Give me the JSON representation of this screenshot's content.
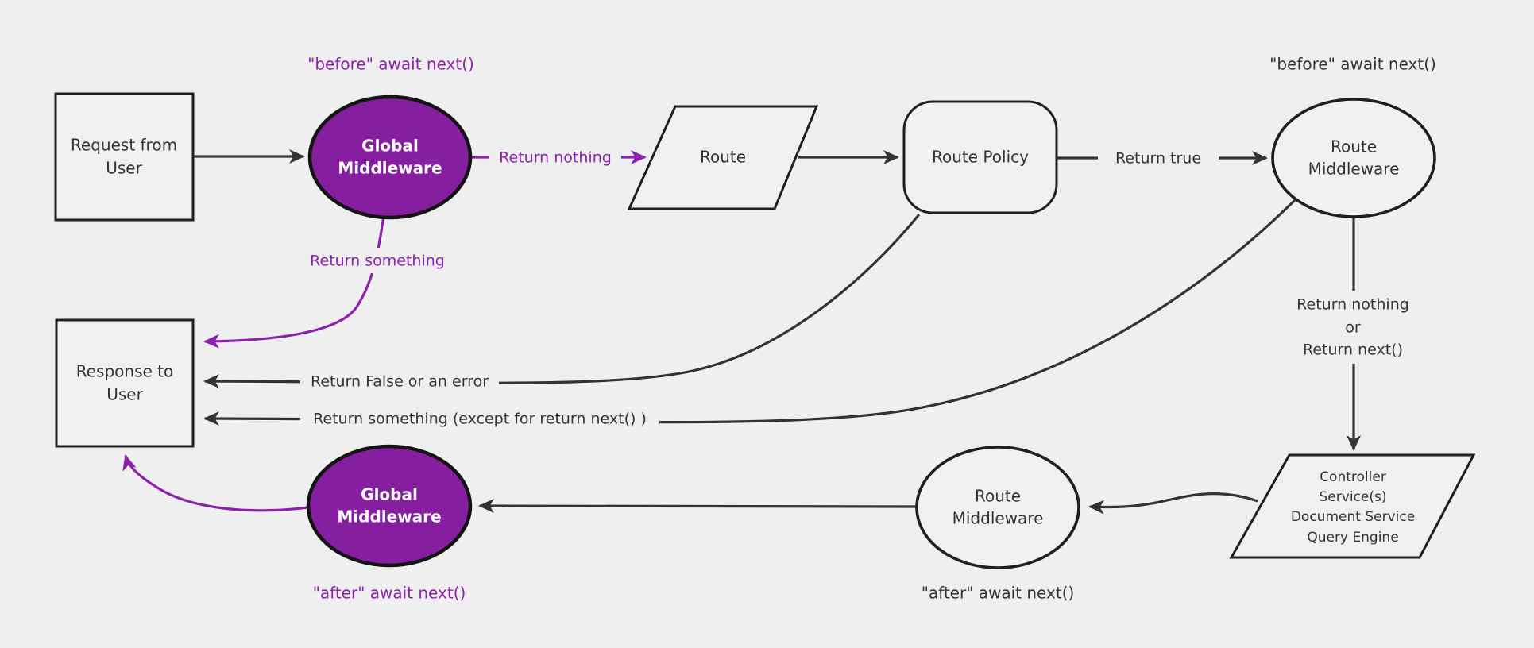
{
  "colors": {
    "background": "#efefef",
    "node_fill": "#f0f0f0",
    "node_stroke": "#1f1f1f",
    "line_black": "#333333",
    "purple_fill": "#861f9f",
    "purple_accent": "#8c21ad",
    "text_dark": "#333333",
    "text_on_purple": "#ffffff"
  },
  "nodes": {
    "request_from_user": {
      "shape": "rectangle",
      "lines": [
        "Request from",
        "User"
      ]
    },
    "global_middleware_top": {
      "shape": "ellipse",
      "lines": [
        "Global",
        "Middleware"
      ]
    },
    "route": {
      "shape": "parallelogram",
      "lines": [
        "Route"
      ]
    },
    "route_policy": {
      "shape": "rounded-rectangle",
      "lines": [
        "Route Policy"
      ]
    },
    "route_middleware_top": {
      "shape": "ellipse",
      "lines": [
        "Route",
        "Middleware"
      ]
    },
    "controller_services": {
      "shape": "parallelogram",
      "lines": [
        "Controller",
        "Service(s)",
        "Document Service",
        "Query Engine"
      ]
    },
    "route_middleware_bottom": {
      "shape": "ellipse",
      "lines": [
        "Route",
        "Middleware"
      ]
    },
    "global_middleware_bottom": {
      "shape": "ellipse",
      "lines": [
        "Global",
        "Middleware"
      ]
    },
    "response_to_user": {
      "shape": "rectangle",
      "lines": [
        "Response to",
        "User"
      ]
    }
  },
  "edge_labels": {
    "before_await_next_left": "\"before\" await next()",
    "before_await_next_right": "\"before\" await next()",
    "after_await_next_left": "\"after\" await next()",
    "after_await_next_right": "\"after\" await next()",
    "return_nothing": "Return nothing",
    "return_true": "Return true",
    "return_something": "Return something",
    "return_nothing_or_line1": "Return nothing",
    "return_nothing_or_line2": "or",
    "return_nothing_or_line3": "Return next()",
    "return_false_or_error": "Return False or an error",
    "return_something_except": "Return something (except for return next() )"
  }
}
